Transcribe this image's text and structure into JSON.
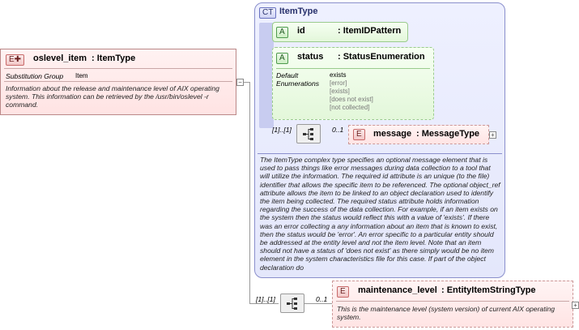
{
  "element": {
    "tag": "E",
    "name": "oslevel_item",
    "type": ": ItemType",
    "substitution_label": "Substitution Group",
    "substitution_value": "Item",
    "description": "Information about the release and maintenance level of AIX operating system. This information can be retrieved by the /usr/bin/oslevel -r command."
  },
  "complex_type": {
    "tag": "CT",
    "name": "ItemType",
    "attr_id": {
      "tag": "A",
      "name": "id",
      "type": ": ItemIDPattern"
    },
    "attr_status": {
      "tag": "A",
      "name": "status",
      "type": ": StatusEnumeration",
      "default_label": "Default",
      "enumerations_label": "Enumerations",
      "default_value": "exists",
      "enum_values": [
        "[error]",
        "[exists]",
        "[does not exist]",
        "[not collected]"
      ]
    },
    "message": {
      "tag": "E",
      "name": "message",
      "type": ": MessageType",
      "multiplicity": "0..1"
    },
    "seq_multiplicity": "[1]..[1]",
    "description": "The ItemType complex type specifies an optional message element that is used to pass things like error messages during data collection to a tool that will utilize the information. The required id attribute is an unique (to the file) identifier that allows the specific item to be referenced. The optional object_ref attribute allows the item to be linked to an object declaration used to identify the item being collected. The required status attribute holds information regarding the success of the data collection. For example, if an item exists on the system then the status would reflect this with a value of 'exists'. If there was an error collecting a any information about an item that is known to exist, then the status would be 'error'. An error specific to a particular entity should be addressed at the entity level and not the item level. Note that an item should not have a status of 'does not exist' as there simply would be no item element in the system characteristics file for this case. If part of the object declaration do"
  },
  "maintenance": {
    "tag": "E",
    "name": "maintenance_level",
    "type": ": EntityItemStringType",
    "multiplicity": "0..1",
    "seq_multiplicity": "[1]..[1]",
    "description": "This is the maintenance level (system version) of current AIX operating system."
  }
}
